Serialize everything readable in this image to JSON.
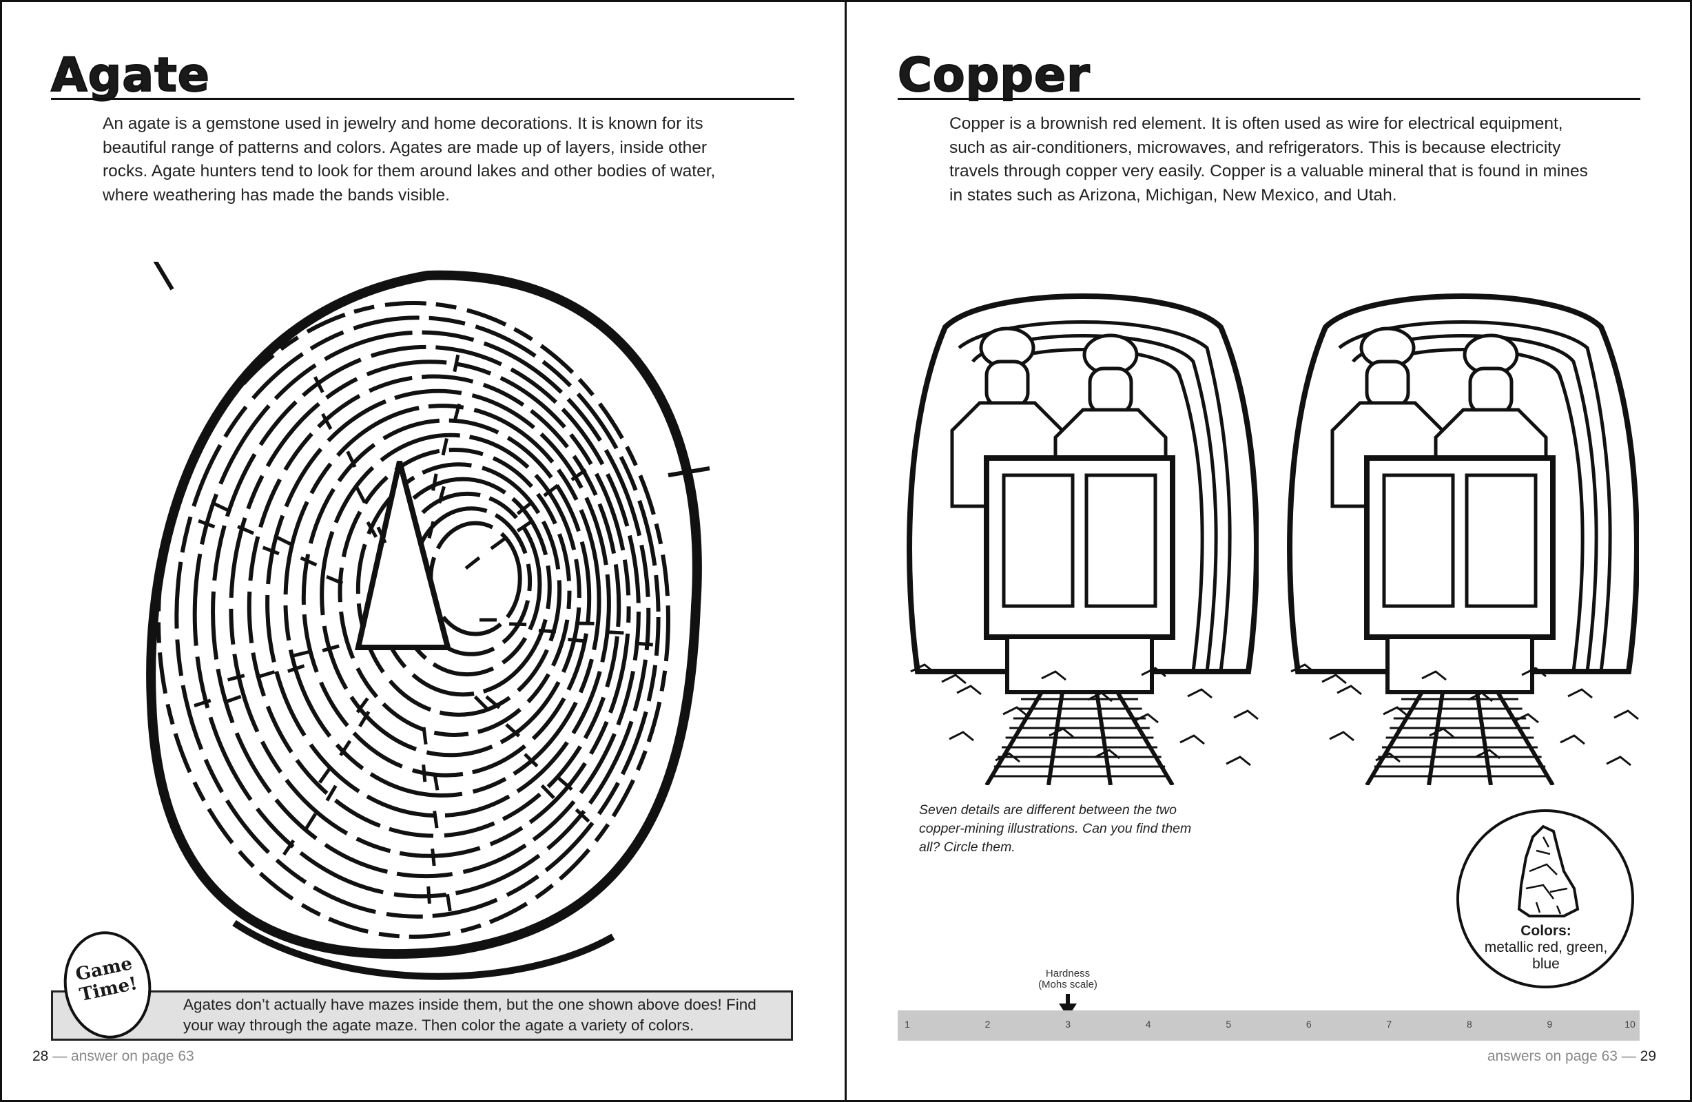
{
  "left_page": {
    "title": "Agate",
    "paragraph": "An agate is a gemstone used in jewelry and home decorations. It is known for its beautiful range of patterns and colors. Agates are made up of layers, inside other rocks. Agate hunters tend to look for them around lakes and other bodies of water, where weathering has made the bands visible.",
    "game_time_badge": "Game Time!",
    "game_time_text": "Agates don’t actually have mazes inside them, but the one shown above does! Find your way through the agate maze. Then color the agate a variety of colors.",
    "page_number": "28",
    "footer_text": "— answer on page 63"
  },
  "right_page": {
    "title": "Copper",
    "paragraph": "Copper is a brownish red element. It is often used as wire for electrical equipment, such as air-conditioners, microwaves, and refrigerators. This is because electricity travels through copper very easily. Copper is a valuable mineral that is found in mines in states such as Arizona, Michigan, New Mexico, and Utah.",
    "caption": "Seven details are different between the two copper-mining illustrations. Can you find them all? Circle them.",
    "colors_label": "Colors:",
    "colors_value": "metallic red, green, blue",
    "hardness_label": "Hardness (Mohs scale)",
    "hardness_value": 3,
    "scale_ticks": [
      "1",
      "2",
      "3",
      "4",
      "5",
      "6",
      "7",
      "8",
      "9",
      "10"
    ],
    "footer_text": "answers on page 63 —",
    "page_number": "29"
  },
  "colors": {
    "ink": "#111111",
    "box_gray": "#e1e1e1",
    "scale_gray": "#c9c9ca",
    "footer_gray": "#888888"
  }
}
